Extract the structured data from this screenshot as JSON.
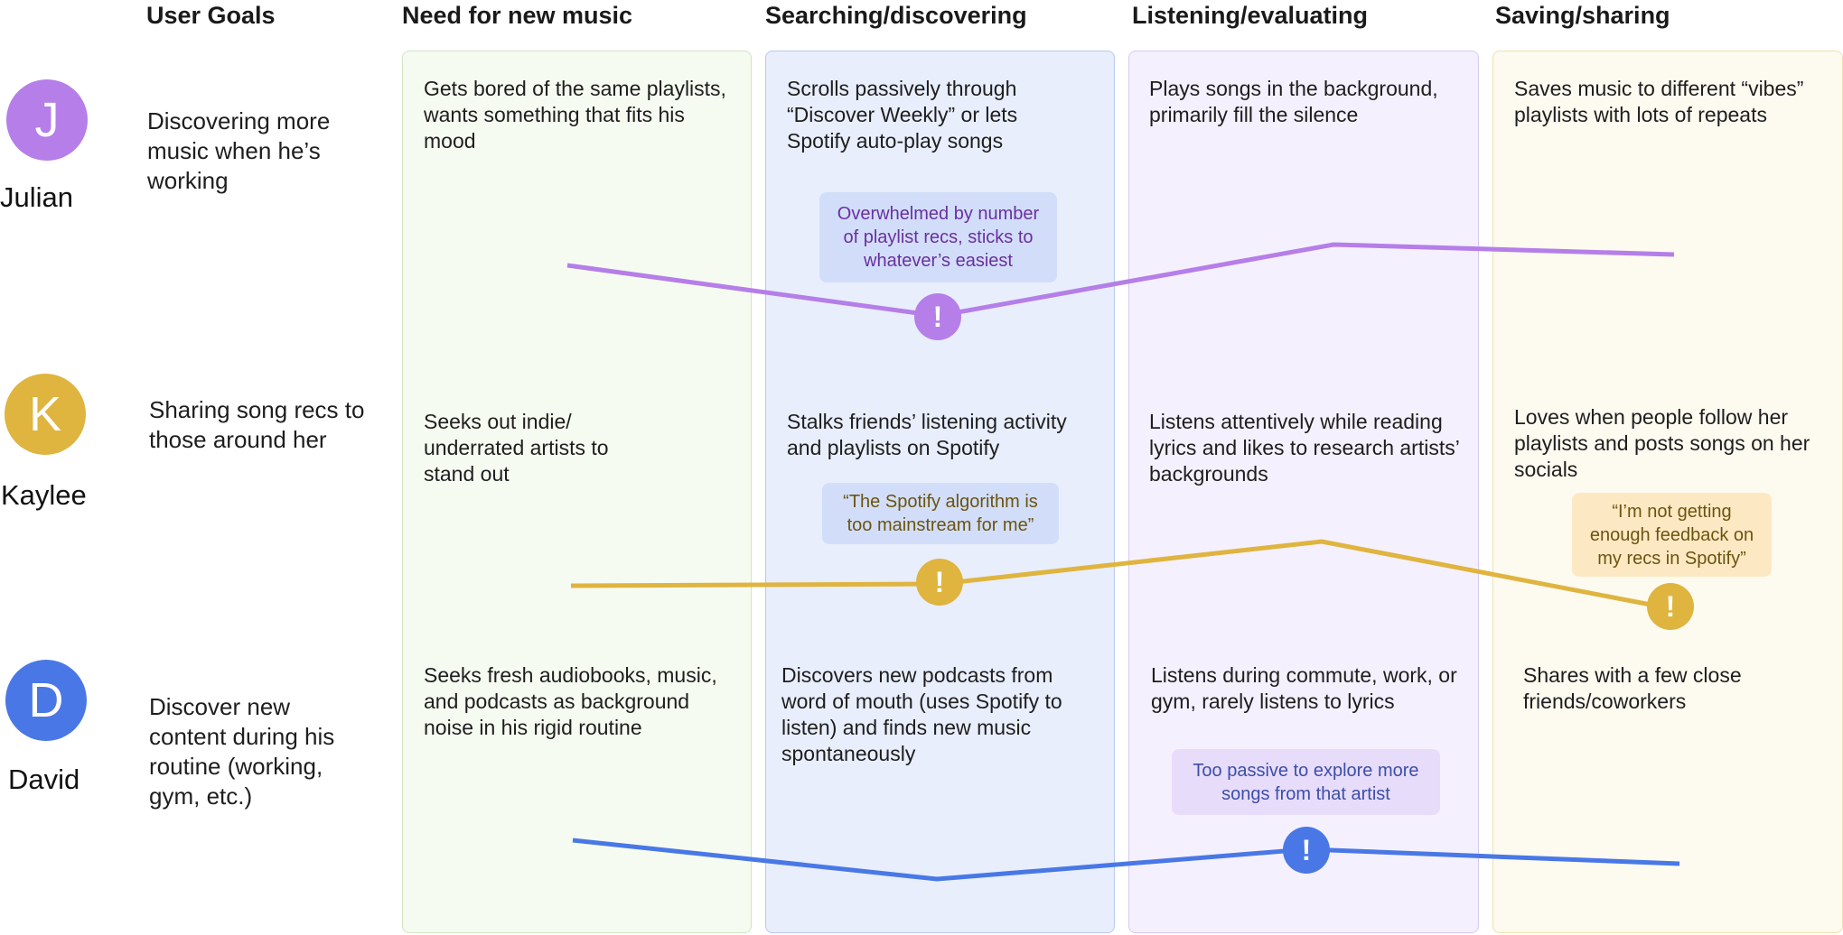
{
  "headers": {
    "goals": "User Goals",
    "stage1": "Need for new music",
    "stage2": "Searching/discovering",
    "stage3": "Listening/evaluating",
    "stage4": "Saving/sharing"
  },
  "colors": {
    "stage1_bg": "#f6fbf1",
    "stage1_border": "#cfe5c4",
    "stage2_bg": "#e8eefc",
    "stage2_border": "#b9c9ee",
    "stage3_bg": "#f5f0fd",
    "stage3_border": "#d9c9f1",
    "stage4_bg": "#fdfaf0",
    "stage4_border": "#efe2b1"
  },
  "personas": [
    {
      "initial": "J",
      "name": "Julian",
      "color": "#b57ee8",
      "goal": "Discovering more music when he’s working",
      "cells": [
        "Gets bored of the same playlists, wants something that fits his mood",
        "Scrolls passively through “Discover Weekly” or lets Spotify auto-play songs",
        "Plays songs in the background, primarily fill the silence",
        "Saves music to different “vibes” playlists with lots of repeats"
      ],
      "note": "Overwhelmed by number of playlist recs, sticks to whatever’s easiest",
      "note_bg": "#d2def9",
      "note_color": "#6a2fa1"
    },
    {
      "initial": "K",
      "name": "Kaylee",
      "color": "#dfb43f",
      "goal": "Sharing song recs to those around her",
      "cells": [
        "Seeks out indie/ underrated artists to stand out",
        "Stalks friends’ listening activity and playlists on Spotify",
        "Listens attentively while reading lyrics and likes to research artists’ backgrounds",
        "Loves when people follow her playlists and posts songs on her socials"
      ],
      "note": "“The Spotify algorithm is too mainstream for me”",
      "note_bg": "#d2def9",
      "note_color": "#6b5410",
      "note2": "“I’m not getting enough feedback on my recs in Spotify”",
      "note2_bg": "#fce9c4",
      "note2_color": "#6b5410"
    },
    {
      "initial": "D",
      "name": "David",
      "color": "#4978e6",
      "goal": "Discover new content during his routine (working, gym, etc.)",
      "cells": [
        "Seeks fresh audiobooks, music, and podcasts as background noise in his rigid routine",
        "Discovers new podcasts from word of mouth (uses Spotify to listen) and finds new music spontaneously",
        "Listens during commute, work, or gym, rarely listens to lyrics",
        "Shares with a few close friends/coworkers"
      ],
      "note": "Too passive to explore more songs from that artist",
      "note_bg": "#e8dcfb",
      "note_color": "#3b4fa8"
    }
  ],
  "alert_glyph": "!",
  "alert_icon": "exclamation-icon"
}
